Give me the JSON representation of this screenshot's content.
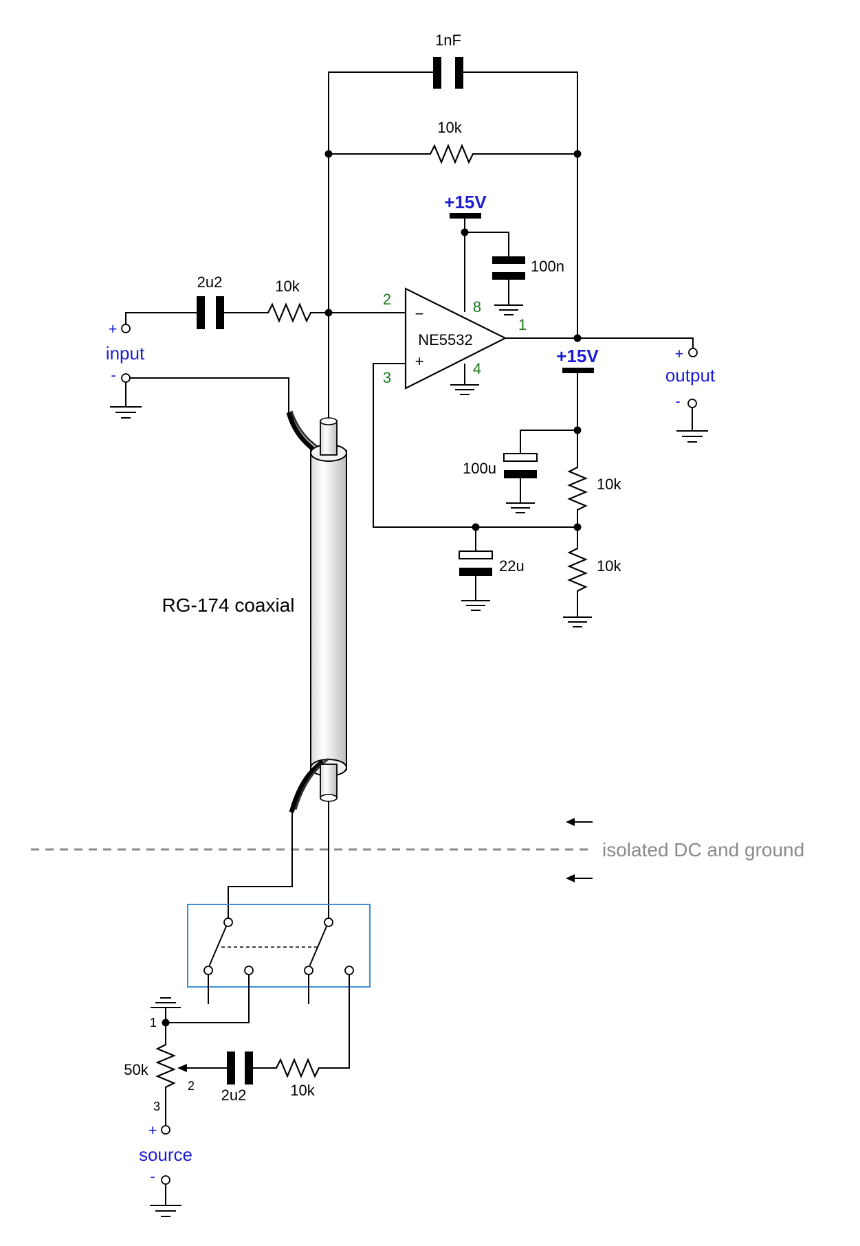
{
  "components": {
    "c_feedback": "1nF",
    "r_feedback": "10k",
    "c_input": "2u2",
    "r_input": "10k",
    "opamp": "NE5532",
    "c_supply": "100n",
    "c_bias": "100u",
    "r_bias_top": "10k",
    "c_bias_mid": "22u",
    "r_bias_bottom": "10k",
    "c_source": "2u2",
    "r_source": "10k",
    "pot": "50k"
  },
  "rails": {
    "supply_opamp": "+15V",
    "supply_bias": "+15V"
  },
  "pins": {
    "inv": "2",
    "noninv": "3",
    "out": "1",
    "vcc": "8",
    "gnd": "4",
    "minus_sign": "−",
    "plus_sign": "+"
  },
  "pot_pins": {
    "p1": "1",
    "p2": "2",
    "p3": "3"
  },
  "terminals": {
    "input": "input",
    "input_plus": "+",
    "input_minus": "-",
    "output": "output",
    "output_plus": "+",
    "output_minus": "-",
    "source": "source",
    "source_plus": "+",
    "source_minus": "-"
  },
  "cable_label": "RG-174 coaxial",
  "isolation_note": "isolated DC and ground",
  "colors": {
    "wire": "#000000",
    "pin": "#1a7a1a",
    "terminal_text": "#1c1cd6",
    "note": "#8a8a8a",
    "switch_box": "#3a8fd6",
    "isolation_line": "#8a8a8a"
  }
}
